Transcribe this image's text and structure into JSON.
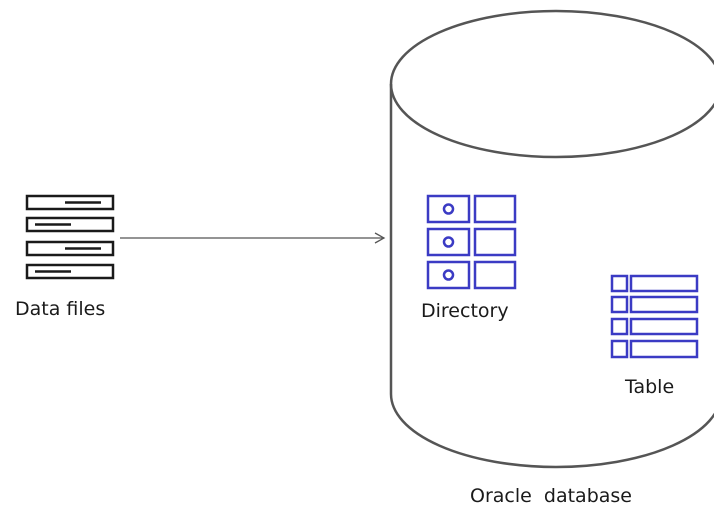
{
  "data_files": {
    "label": "Data files",
    "icon": "server-stack-icon"
  },
  "oracle_database": {
    "label": "Oracle  database",
    "icon": "database-cylinder-icon"
  },
  "directory": {
    "label": "Directory",
    "icon": "directory-icon"
  },
  "table": {
    "label": "Table",
    "icon": "table-icon"
  },
  "colors": {
    "object_icon": "#3b3bc4",
    "outline": "#555555",
    "data_files_icon": "#1a1a1a",
    "text": "#1a1a1a"
  }
}
